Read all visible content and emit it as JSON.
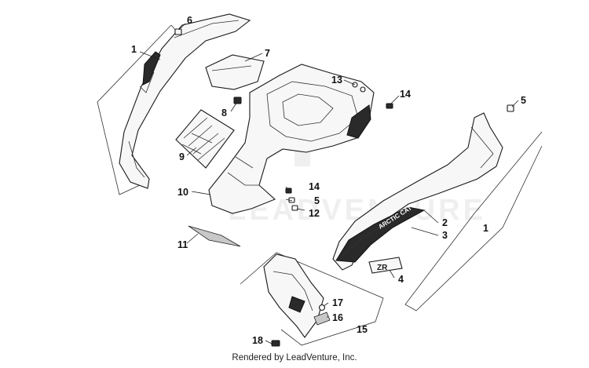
{
  "callouts": {
    "c1_left": "1",
    "c6": "6",
    "c7": "7",
    "c8": "8",
    "c9": "9",
    "c10": "10",
    "c11": "11",
    "c13": "13",
    "c14_top": "14",
    "c5_top": "5",
    "c14_mid": "14",
    "c5_mid": "5",
    "c12": "12",
    "c2": "2",
    "c3": "3",
    "c1_right": "1",
    "c4": "4",
    "c17": "17",
    "c16": "16",
    "c15": "15",
    "c18": "18"
  },
  "watermark": {
    "text": "LEADVENTURE"
  },
  "decals": {
    "brand": "ARCTIC CAT",
    "model": "ZR"
  },
  "footer": {
    "text": "Rendered by LeadVenture, Inc."
  },
  "colors": {
    "line": "#1a1a1a",
    "fill": "#f7f7f7",
    "decal": "#2a2a2a"
  }
}
